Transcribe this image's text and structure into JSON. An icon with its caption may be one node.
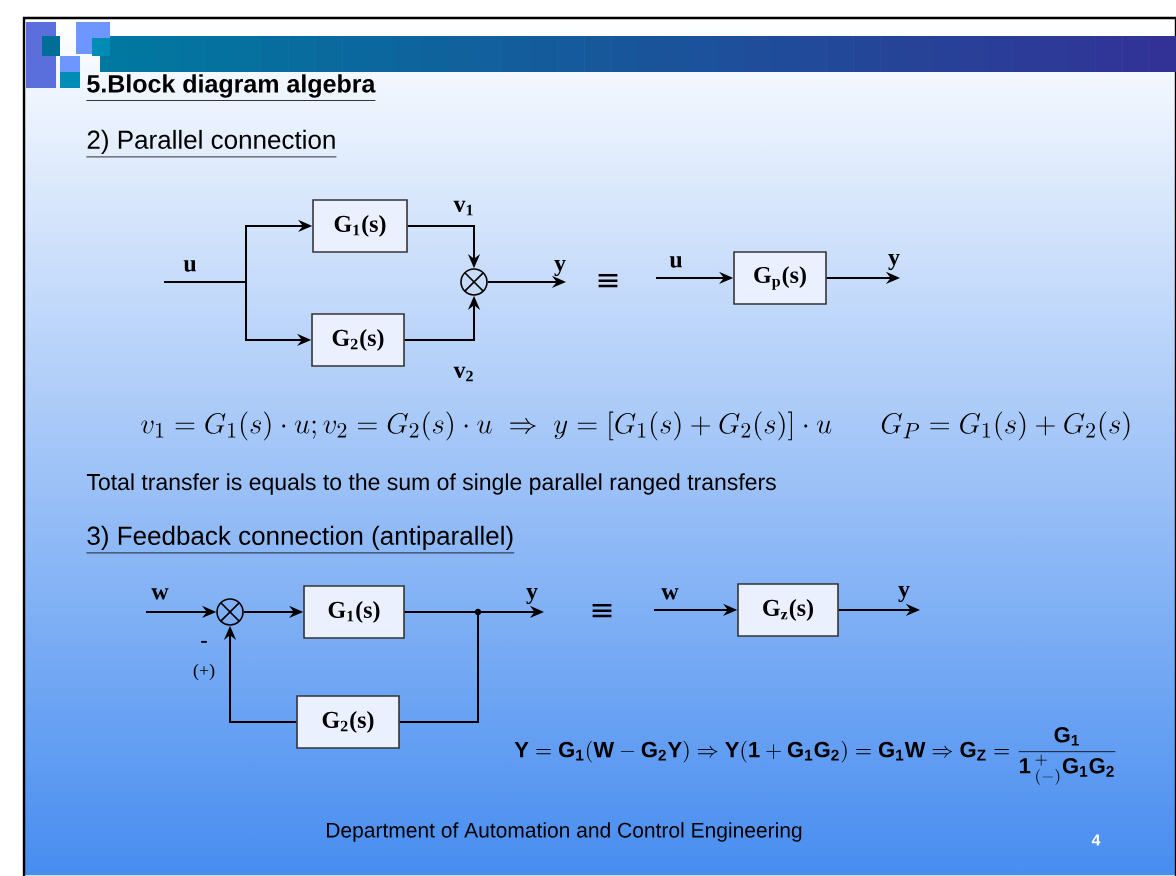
{
  "diagram": {
    "title": "5.Block diagram algebra",
    "nodes": [
      {
        "text": [
          "G$_{1}$(s)"
        ]
      },
      {
        "text": [
          "G$_{2}$(s)"
        ]
      },
      {
        "text": [],
        "shape": "circle"
      },
      {
        "text": [
          "G$_{p}$(s)"
        ]
      },
      {
        "text": [],
        "shape": "circle"
      },
      {
        "text": [
          "G$_{1}$(s)"
        ]
      },
      {
        "text": [
          "G$_{2}$(s)"
        ]
      },
      {
        "text": [
          "G$_{z}$(s)"
        ]
      }
    ],
    "edges": [
      {
        "from": null,
        "to": 0,
        "arrow": "to",
        "label": "u"
      },
      {
        "from": null,
        "to": 1,
        "arrow": "to"
      },
      {
        "from": 0,
        "to": 2,
        "arrow": "to",
        "label": "v$_{1}$"
      },
      {
        "from": 1,
        "to": 2,
        "arrow": "to",
        "label": "v$_{2}$"
      },
      {
        "from": 2,
        "to": null,
        "arrow": "to",
        "label": "y"
      },
      {
        "from": null,
        "to": 3,
        "arrow": "to",
        "label": "u"
      },
      {
        "from": 3,
        "to": null,
        "arrow": "to",
        "label": "y"
      },
      {
        "from": null,
        "to": 4,
        "arrow": "to",
        "label": "w"
      },
      {
        "from": 4,
        "to": 5,
        "arrow": "to"
      },
      {
        "from": 5,
        "to": null,
        "arrow": "to",
        "label": "y"
      },
      {
        "from": 5,
        "to": 6,
        "arrow": "none"
      },
      {
        "from": 6,
        "to": 4,
        "arrow": "to"
      },
      {
        "from": null,
        "to": 7,
        "arrow": "to",
        "label": "w"
      },
      {
        "from": 7,
        "to": null,
        "arrow": "to",
        "label": "y"
      }
    ],
    "labels": [
      "2) Parallel connection",
      "≡",
      "v_1 = G_1(s)\\cdot u; v_2 = G_2(s)\\cdot u \\;\\Rightarrow\\; y = [G_1(s)+G_2(s)]\\cdot u",
      "G_P = G_1(s)+G_2(s)",
      "Total transfer is equals to the sum of single parallel ranged transfers",
      "3) Feedback connection (antiparallel)",
      "-",
      "(+)",
      "≡",
      "\\mathbf{Y}=\\mathbf{G_1}(\\mathbf{W}-\\mathbf{G_2Y})\\Rightarrow\\mathbf{Y}(\\mathbf{1}+\\mathbf{G_1G_2})=\\mathbf{G_1W}\\Rightarrow\\mathbf{G_Z}=\\frac{\\mathbf{G_1}}{\\mathbf{1}\\,{}^{+}_{(-)}\\mathbf{G_1G_2}}",
      "Department of Automation and Control Engineering",
      "4"
    ]
  }
}
